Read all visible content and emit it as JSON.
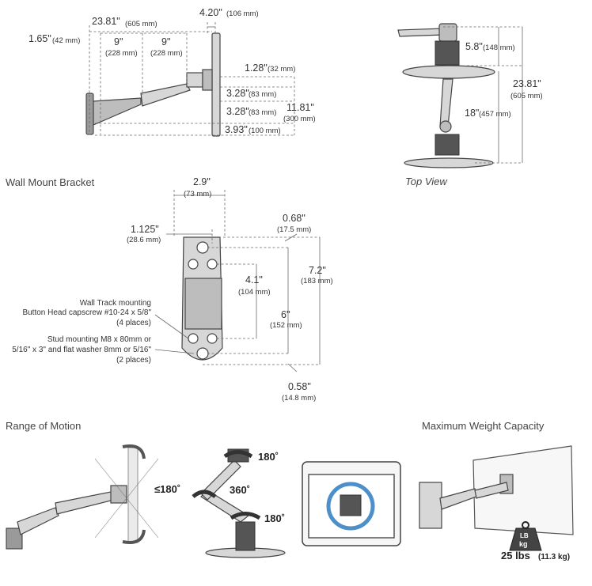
{
  "side_view": {
    "overall_width": "23.81\"",
    "overall_width_mm": "(605 mm)",
    "head_offset": "4.20\"",
    "head_offset_mm": "(106 mm)",
    "wall_offset": "1.65\"",
    "wall_offset_mm": "(42 mm)",
    "arm1": "9\"",
    "arm1_mm": "(228 mm)",
    "arm2": "9\"",
    "arm2_mm": "(228 mm)",
    "tilt_depth": "1.28\"",
    "tilt_depth_mm": "(32 mm)",
    "upper_rise": "3.28\"",
    "upper_rise_mm": "(83 mm)",
    "lower_rise": "3.28\"",
    "lower_rise_mm": "(83 mm)",
    "height": "11.81\"",
    "height_mm": "(300 mm)",
    "bracket_depth": "3.93\"",
    "bracket_depth_mm": "(100 mm)"
  },
  "top_view": {
    "label": "Top View",
    "upper": "5.8\"",
    "upper_mm": "(148 mm)",
    "lower": "18\"",
    "lower_mm": "(457 mm)",
    "total": "23.81\"",
    "total_mm": "(605 mm)"
  },
  "bracket": {
    "title": "Wall Mount Bracket",
    "width": "2.9\"",
    "width_mm": "(73 mm)",
    "hole_offset": "1.125\"",
    "hole_offset_mm": "(28.6 mm)",
    "top_margin": "0.68\"",
    "top_margin_mm": "(17.5 mm)",
    "height": "7.2\"",
    "height_mm": "(183 mm)",
    "hole_spacing": "4.1\"",
    "hole_spacing_mm": "(104 mm)",
    "stud_spacing": "6\"",
    "stud_spacing_mm": "(152 mm)",
    "bottom_margin": "0.58\"",
    "bottom_margin_mm": "(14.8 mm)",
    "note1_line1": "Wall Track mounting",
    "note1_line2": "Button Head capscrew #10-24 x 5/8\"",
    "note1_line3": "(4 places)",
    "note2_line1": "Stud mounting M8 x 80mm or",
    "note2_line2": "5/16\" x 3\" and flat washer 8mm or 5/16\"",
    "note2_line3": "(2 places)"
  },
  "range": {
    "title": "Range of Motion",
    "tilt": "≤180˚",
    "pan_top": "180˚",
    "pan_mid": "360˚",
    "pan_bottom": "180˚"
  },
  "capacity": {
    "title": "Maximum Weight Capacity",
    "weight_top": "LB",
    "weight_bottom": "kg",
    "value": "25 lbs",
    "value_kg": "(11.3 kg)"
  }
}
